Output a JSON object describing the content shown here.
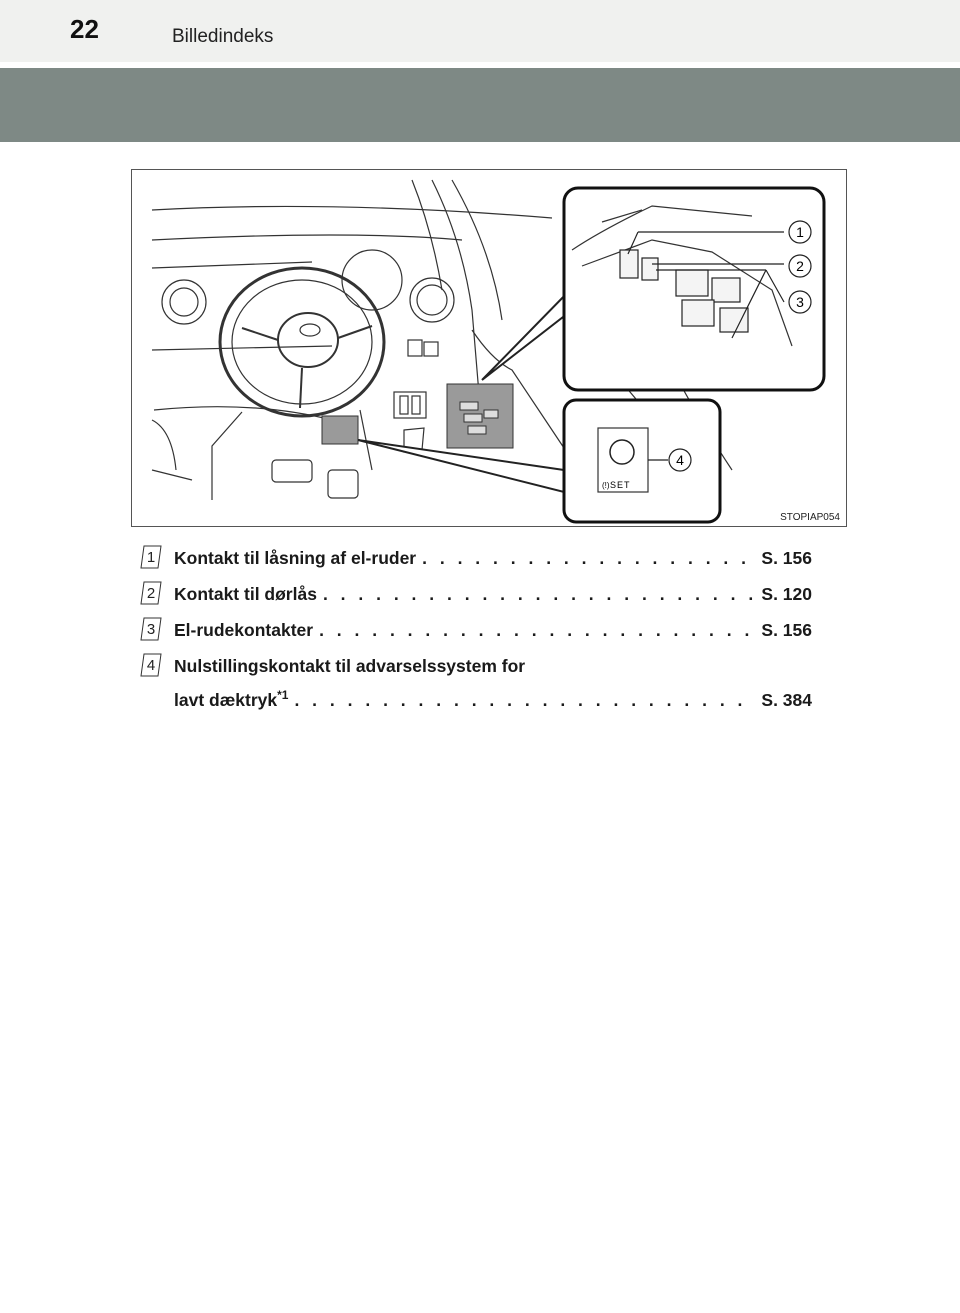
{
  "header": {
    "page_number": "22",
    "section_title": "Billedindeks"
  },
  "figure": {
    "code": "STOPIAP054",
    "callouts": [
      "1",
      "2",
      "3",
      "4"
    ],
    "set_label": "SET"
  },
  "items": [
    {
      "num": "1",
      "label": "Kontakt til låsning af el-ruder",
      "page": "S. 156"
    },
    {
      "num": "2",
      "label": "Kontakt til dørlås",
      "page": "S. 120"
    },
    {
      "num": "3",
      "label": "El-rudekontakter",
      "page": "S. 156"
    },
    {
      "num": "4",
      "label_line1": "Nulstillingskontakt til advarselssystem for",
      "label_line2": "lavt dæktryk",
      "footnote": "*1",
      "page": "S. 384"
    }
  ],
  "colors": {
    "band": "#7e8985",
    "topbar": "#f0f1ef",
    "highlight": "#9a9a9a"
  }
}
